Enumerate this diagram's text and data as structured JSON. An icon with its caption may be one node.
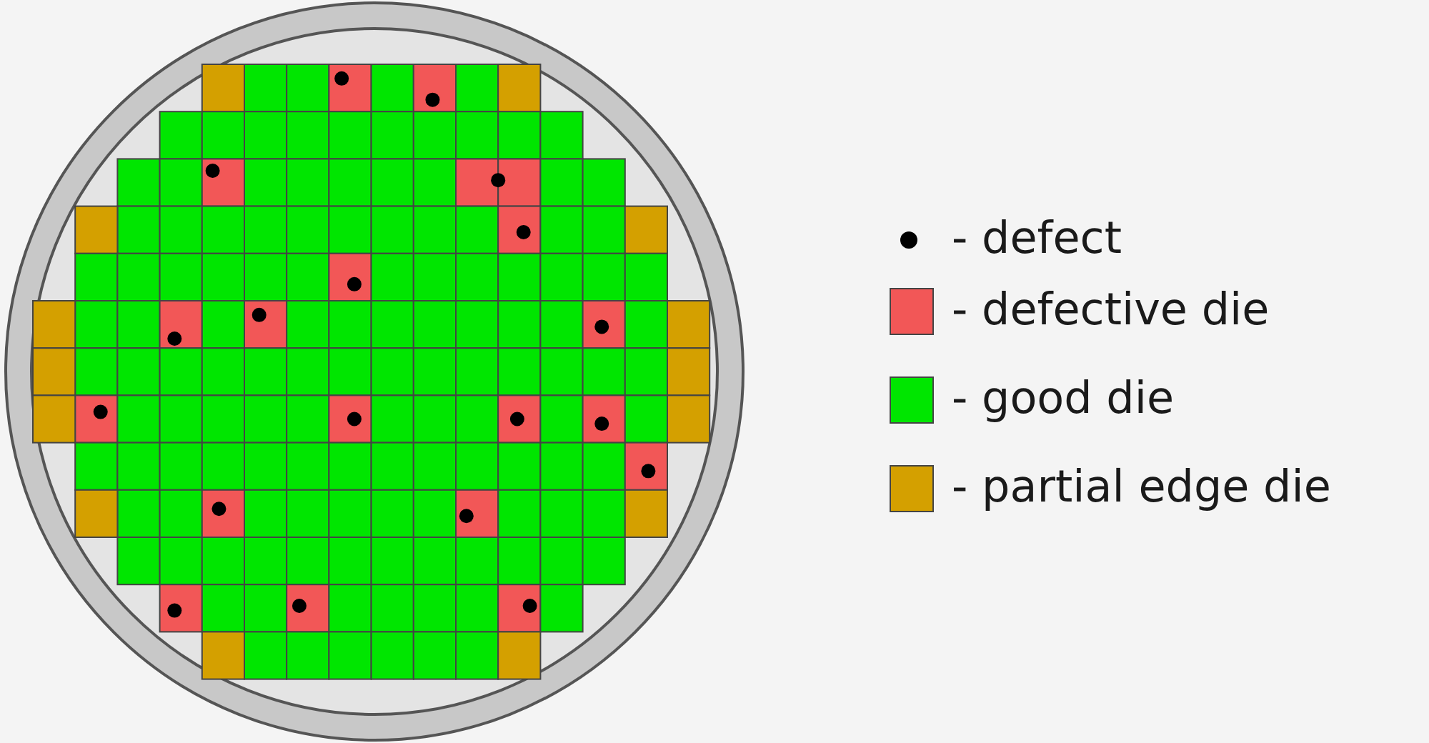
{
  "diagram": {
    "legend": [
      {
        "text": "- defect"
      },
      {
        "text": "- defective die",
        "color": "#f25757"
      },
      {
        "text": "- good die",
        "color": "#00e600"
      },
      {
        "text": "- partial edge die",
        "color": "#d4a000"
      }
    ]
  }
}
